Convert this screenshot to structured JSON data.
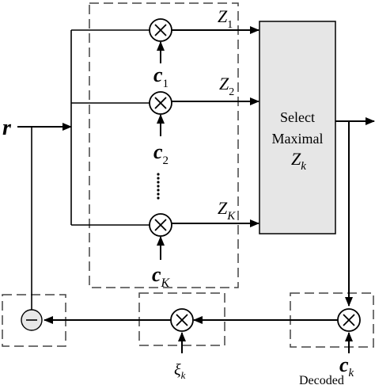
{
  "input_signal": "r",
  "correlator_outputs": [
    {
      "symbol": "Z",
      "subscript": "1"
    },
    {
      "symbol": "Z",
      "subscript": "2"
    },
    {
      "symbol": "Z",
      "subscript": "K"
    }
  ],
  "codes": [
    {
      "symbol": "c",
      "subscript": "1"
    },
    {
      "symbol": "c",
      "subscript": "2"
    },
    {
      "symbol": "c",
      "subscript": "K"
    }
  ],
  "selector": {
    "line1": "Select",
    "line2": "Maximal",
    "symbol": "Z",
    "subscript": "k"
  },
  "bottom": {
    "decoded_code": {
      "symbol": "c",
      "subscript": "k"
    },
    "decoded_label": "Decoded",
    "amplitude": {
      "symbol": "ξ",
      "subscript": "k"
    }
  },
  "colors": {
    "line": "#000000",
    "dash": "#444444",
    "selector_fill": "#e6e6e6",
    "subtract_fill": "#e8e8e8"
  }
}
